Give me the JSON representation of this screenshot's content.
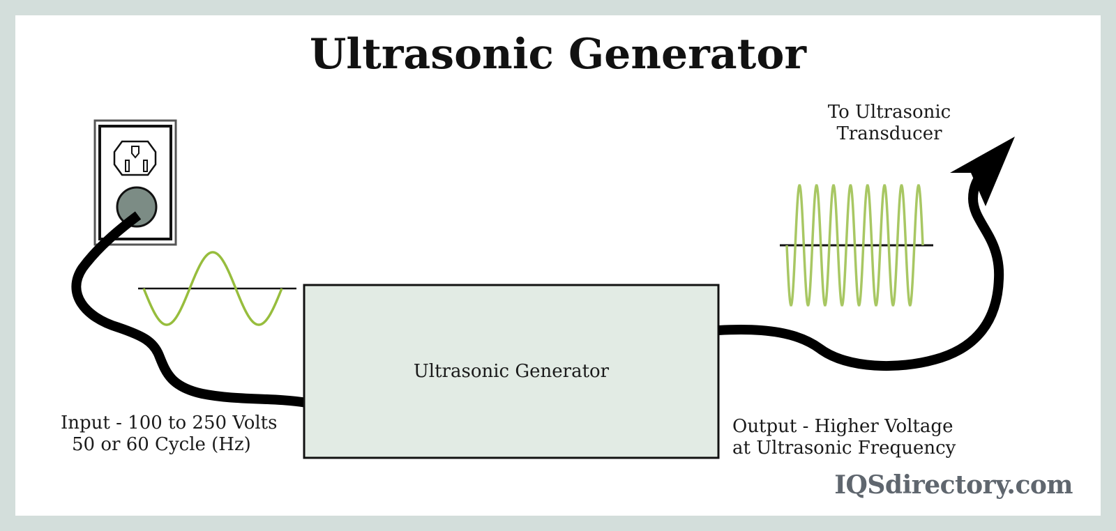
{
  "title": "Ultrasonic Generator",
  "generator_box": {
    "label": "Ultrasonic Generator",
    "fill_color": "#e2ebe4"
  },
  "input": {
    "line1": "Input - 100 to 250 Volts",
    "line2": "50 or 60 Cycle (Hz)",
    "waveform": {
      "cycles": 1.5,
      "start_phase": "trough",
      "color": "#97bd3d"
    }
  },
  "output": {
    "line1": "Output - Higher Voltage",
    "line2": "at Ultrasonic Frequency",
    "waveform": {
      "cycles": 8,
      "start_phase": "trough",
      "color": "#a8c763"
    }
  },
  "transducer_label": {
    "line1": "To Ultrasonic",
    "line2": "Transducer"
  },
  "outlet": {
    "plug_color": "#7c8c85"
  },
  "brand": "IQSdirectory.com",
  "colors": {
    "border": "#d3dedb",
    "cable": "#000000",
    "brand_text": "#5f666e"
  }
}
